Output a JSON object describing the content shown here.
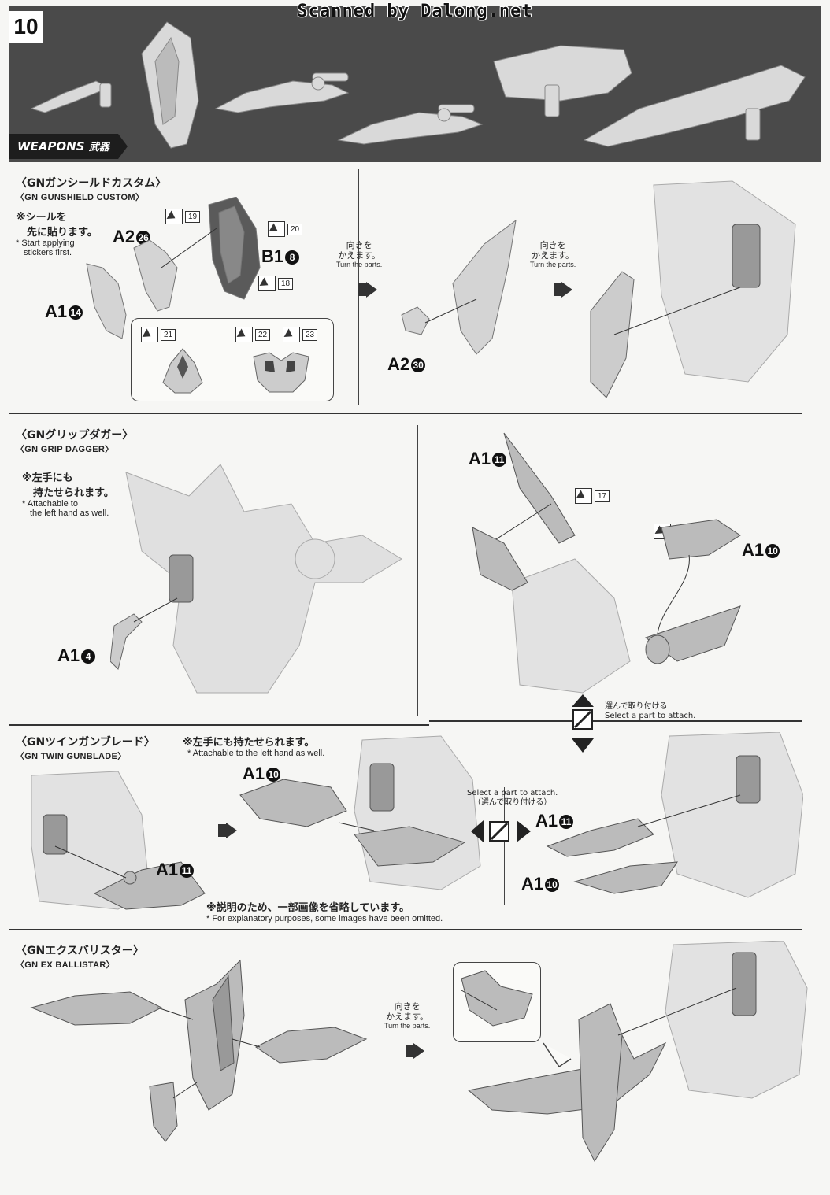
{
  "header": {
    "scan_credit": "Scanned by Dalong.net",
    "step_number": "10",
    "section_tag_en": "WEAPONS",
    "section_tag_jp": "武器"
  },
  "gunshield": {
    "title_jp": "〈GNガンシールドカスタム〉",
    "title_en": "〈GN GUNSHIELD CUSTOM〉",
    "note_jp_line1": "※シールを",
    "note_jp_line2": "先に貼ります。",
    "note_en_line1": "* Start applying",
    "note_en_line2": "stickers first.",
    "parts": {
      "a2_26": {
        "label": "A2",
        "num": "26"
      },
      "b1_8": {
        "label": "B1",
        "num": "8"
      },
      "a1_14": {
        "label": "A1",
        "num": "14"
      },
      "a2_30": {
        "label": "A2",
        "num": "30"
      }
    },
    "stickers": [
      "19",
      "20",
      "18",
      "21",
      "22",
      "23"
    ],
    "turn1_jp": "向きを",
    "turn1_jp2": "かえます。",
    "turn1_en": "Turn the parts.",
    "turn2_jp": "向きを",
    "turn2_jp2": "かえます。",
    "turn2_en": "Turn the parts."
  },
  "grip_dagger": {
    "title_jp": "〈GNグリップダガー〉",
    "title_en": "〈GN GRIP DAGGER〉",
    "note_jp_line1": "※左手にも",
    "note_jp_line2": "持たせられます。",
    "note_en_line1": "* Attachable to",
    "note_en_line2": "the left hand as well.",
    "parts": {
      "a1_4": {
        "label": "A1",
        "num": "4"
      },
      "a1_11": {
        "label": "A1",
        "num": "11"
      },
      "a1_10": {
        "label": "A1",
        "num": "10"
      }
    },
    "stickers": [
      "17",
      "17"
    ],
    "select_jp": "選んで取り付ける",
    "select_en": "Select a part to attach."
  },
  "twin_gunblade": {
    "title_jp": "〈GNツインガンブレード〉",
    "title_en": "〈GN TWIN GUNBLADE〉",
    "note_jp": "※左手にも持たせられます。",
    "note_en": "* Attachable to the left hand as well.",
    "parts": {
      "a1_10_top": {
        "label": "A1",
        "num": "10"
      },
      "a1_11_left": {
        "label": "A1",
        "num": "11"
      },
      "a1_11_right": {
        "label": "A1",
        "num": "11"
      },
      "a1_10_right": {
        "label": "A1",
        "num": "10"
      }
    },
    "select_en": "Select a part to attach.",
    "select_jp": "（選んで取り付ける）",
    "omit_jp": "※説明のため、一部画像を省略しています。",
    "omit_en": "* For explanatory purposes, some images have been omitted."
  },
  "ex_ballistar": {
    "title_jp": "〈GNエクスバリスター〉",
    "title_en": "〈GN EX BALLISTAR〉",
    "turn_jp": "向きを",
    "turn_jp2": "かえます。",
    "turn_en": "Turn the parts."
  }
}
